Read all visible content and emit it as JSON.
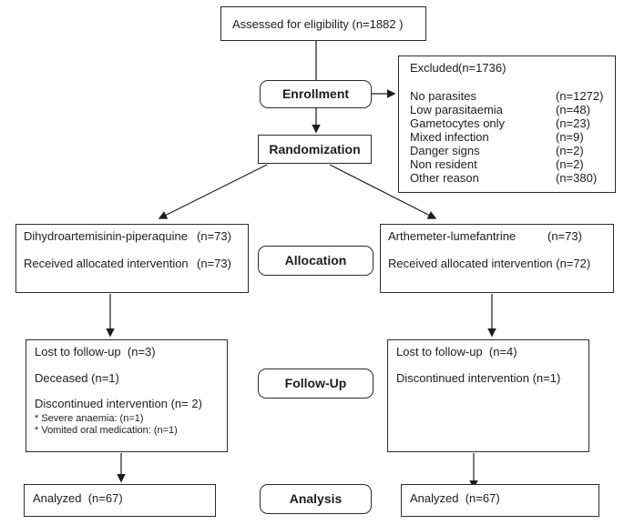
{
  "diagram": {
    "assessed": {
      "text": "Assessed for eligibility (n=1882 )"
    },
    "stages": {
      "enrollment": "Enrollment",
      "randomization": "Randomization",
      "allocation": "Allocation",
      "followup": "Follow-Up",
      "analysis": "Analysis"
    },
    "excluded": {
      "title_label": "Excluded",
      "title_value": "(n=1736)",
      "rows": [
        {
          "label": "No parasites",
          "value": "(n=1272)"
        },
        {
          "label": "Low parasitaemia",
          "value": "(n=48)"
        },
        {
          "label": "Gametocytes only",
          "value": "(n=23)"
        },
        {
          "label": "Mixed infection",
          "value": "(n=9)"
        },
        {
          "label": "Danger signs",
          "value": "(n=2)"
        },
        {
          "label": "Non resident",
          "value": "(n=2)"
        },
        {
          "label": "Other reason",
          "value": "(n=380)"
        }
      ]
    },
    "left_arm": {
      "allocation": {
        "line1_label": "Dihydroartemisinin-piperaquine",
        "line1_value": "(n=73)",
        "line2_label": "Received allocated intervention",
        "line2_value": "(n=73)"
      },
      "followup": {
        "line1": "Lost to follow-up  (n=3)",
        "line2": "Deceased (n=1)",
        "line3": "Discontinued intervention (n= 2)",
        "sub1": "* Severe anaemia: (n=1)",
        "sub2": "* Vomited oral medication: (n=1)"
      },
      "analysis": {
        "line1": "Analyzed  (n=67)"
      }
    },
    "right_arm": {
      "allocation": {
        "line1_label": "Arthemeter-lumefantrine",
        "line1_value": "(n=73)",
        "line2": "Received allocated intervention (n=72)"
      },
      "followup": {
        "line1": "Lost to follow-up  (n=4)",
        "line2": "Discontinued intervention (n=1)"
      },
      "analysis": {
        "line1": "Analyzed  (n=67)"
      }
    }
  }
}
